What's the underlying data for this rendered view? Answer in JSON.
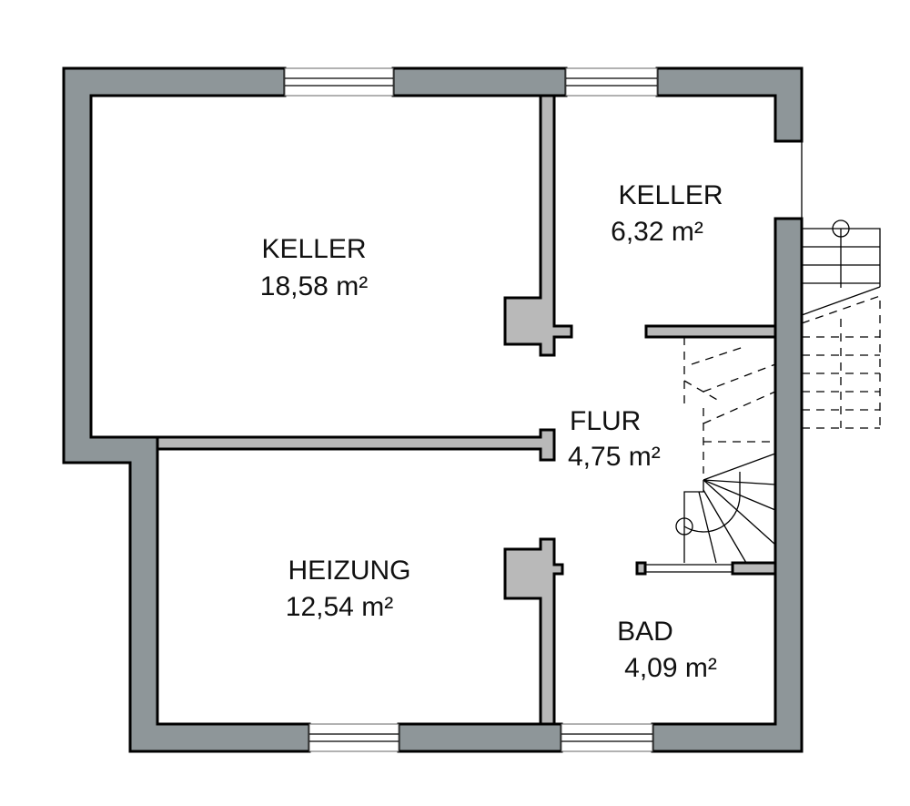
{
  "rooms": [
    {
      "name": "KELLER",
      "area": "18,58 m²"
    },
    {
      "name": "KELLER",
      "area": "6,32 m²"
    },
    {
      "name": "FLUR",
      "area": "4,75 m²"
    },
    {
      "name": "HEIZUNG",
      "area": "12,54 m²"
    },
    {
      "name": "BAD",
      "area": "4,09 m²"
    }
  ],
  "colors": {
    "outer_wall": "#8e9699",
    "inner_wall": "#b9b9b9"
  }
}
